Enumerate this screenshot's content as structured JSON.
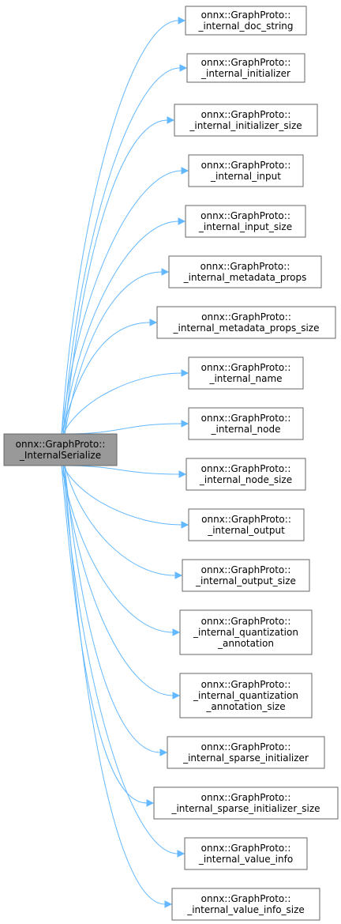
{
  "colors": {
    "edge": "#63b8ff",
    "node_border": "#666666",
    "root_fill": "#999999",
    "node_fill": "#ffffff",
    "text": "#000000"
  },
  "root": {
    "lines": [
      "onnx::GraphProto::",
      "_InternalSerialize"
    ]
  },
  "callees": [
    {
      "lines": [
        "onnx::GraphProto::",
        "_internal_doc_string"
      ]
    },
    {
      "lines": [
        "onnx::GraphProto::",
        "_internal_initializer"
      ]
    },
    {
      "lines": [
        "onnx::GraphProto::",
        "_internal_initializer_size"
      ]
    },
    {
      "lines": [
        "onnx::GraphProto::",
        "_internal_input"
      ]
    },
    {
      "lines": [
        "onnx::GraphProto::",
        "_internal_input_size"
      ]
    },
    {
      "lines": [
        "onnx::GraphProto::",
        "_internal_metadata_props"
      ]
    },
    {
      "lines": [
        "onnx::GraphProto::",
        "_internal_metadata_props_size"
      ]
    },
    {
      "lines": [
        "onnx::GraphProto::",
        "_internal_name"
      ]
    },
    {
      "lines": [
        "onnx::GraphProto::",
        "_internal_node"
      ]
    },
    {
      "lines": [
        "onnx::GraphProto::",
        "_internal_node_size"
      ]
    },
    {
      "lines": [
        "onnx::GraphProto::",
        "_internal_output"
      ]
    },
    {
      "lines": [
        "onnx::GraphProto::",
        "_internal_output_size"
      ]
    },
    {
      "lines": [
        "onnx::GraphProto::",
        "_internal_quantization",
        "_annotation"
      ]
    },
    {
      "lines": [
        "onnx::GraphProto::",
        "_internal_quantization",
        "_annotation_size"
      ]
    },
    {
      "lines": [
        "onnx::GraphProto::",
        "_internal_sparse_initializer"
      ]
    },
    {
      "lines": [
        "onnx::GraphProto::",
        "_internal_sparse_initializer_size"
      ]
    },
    {
      "lines": [
        "onnx::GraphProto::",
        "_internal_value_info"
      ]
    },
    {
      "lines": [
        "onnx::GraphProto::",
        "_internal_value_info_size"
      ]
    }
  ]
}
